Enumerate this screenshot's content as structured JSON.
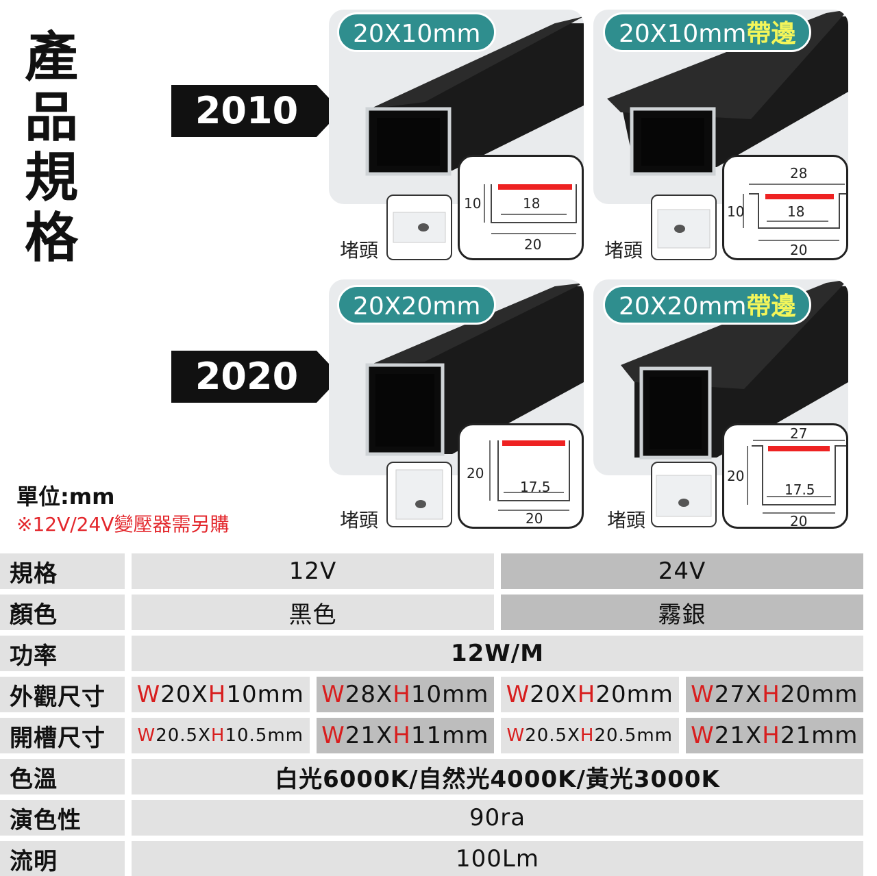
{
  "title": [
    "產",
    "品",
    "規",
    "格"
  ],
  "models": [
    {
      "label": "2010"
    },
    {
      "label": "2020"
    }
  ],
  "cards": [
    {
      "pill": "20X10mm",
      "pill_accent": "",
      "cap": "堵頭",
      "dims": {
        "h": "10",
        "inner": "18",
        "outer": "20",
        "flange": ""
      }
    },
    {
      "pill": "20X10mm",
      "pill_accent": "帶邊",
      "cap": "堵頭",
      "dims": {
        "h": "10",
        "inner": "18",
        "outer": "20",
        "flange": "28"
      }
    },
    {
      "pill": "20X20mm",
      "pill_accent": "",
      "cap": "堵頭",
      "dims": {
        "h": "20",
        "inner": "17.5",
        "outer": "20",
        "flange": ""
      }
    },
    {
      "pill": "20X20mm",
      "pill_accent": "帶邊",
      "cap": "堵頭",
      "dims": {
        "h": "20",
        "inner": "17.5",
        "outer": "20",
        "flange": "27"
      }
    }
  ],
  "unit": "單位:mm",
  "note": "※12V/24V變壓器需另購",
  "spec": {
    "rows": [
      {
        "head": "規格",
        "cells": [
          "12V",
          "24V"
        ]
      },
      {
        "head": "顏色",
        "cells": [
          "黑色",
          "霧銀"
        ]
      },
      {
        "head": "功率",
        "cells": [
          "12W/M"
        ]
      },
      {
        "head": "外觀尺寸",
        "cells": [
          [
            "W",
            "20X",
            "H",
            "10mm"
          ],
          [
            "W",
            "28X",
            "H",
            "10mm"
          ],
          [
            "W",
            "20X",
            "H",
            "20mm"
          ],
          [
            "W",
            "27X",
            "H",
            "20mm"
          ]
        ]
      },
      {
        "head": "開槽尺寸",
        "cells": [
          [
            "W",
            "20.5X",
            "H",
            "10.5mm"
          ],
          [
            "W",
            "21X",
            "H",
            "11mm"
          ],
          [
            "W",
            "20.5X",
            "H",
            "20.5mm"
          ],
          [
            "W",
            "21X",
            "H",
            "21mm"
          ]
        ]
      },
      {
        "head": "色溫",
        "cells": [
          "白光6000K/自然光4000K/黃光3000K"
        ]
      },
      {
        "head": "演色性",
        "cells": [
          "90ra"
        ]
      },
      {
        "head": "流明",
        "cells": [
          "100Lm"
        ]
      }
    ]
  },
  "colors": {
    "teal": "#2f8e8e",
    "accent_yellow": "#f3f55a",
    "red": "#d81e1e"
  }
}
